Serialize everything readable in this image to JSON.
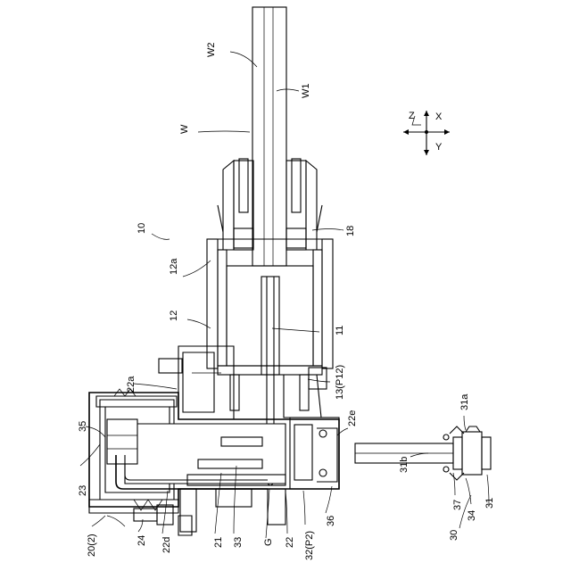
{
  "labels": {
    "W2": "W2",
    "W1": "W1",
    "W": "W",
    "n18": "18",
    "n10": "10",
    "n12a": "12a",
    "n12": "12",
    "n11": "11",
    "n13": "13(P12)",
    "n22a": "22a",
    "n35": "35",
    "n23": "23",
    "n20": "20(2)",
    "n24": "24",
    "n22d": "22d",
    "n21": "21",
    "n33": "33",
    "G": "G",
    "n22": "22",
    "n32": "32(P2)",
    "n36": "36",
    "n22e": "22e",
    "n31a": "31a",
    "n31b": "31b",
    "n37": "37",
    "n34": "34",
    "n31": "31",
    "n30": "30"
  },
  "axes": {
    "z": "Z",
    "x": "X",
    "y": "Y"
  }
}
